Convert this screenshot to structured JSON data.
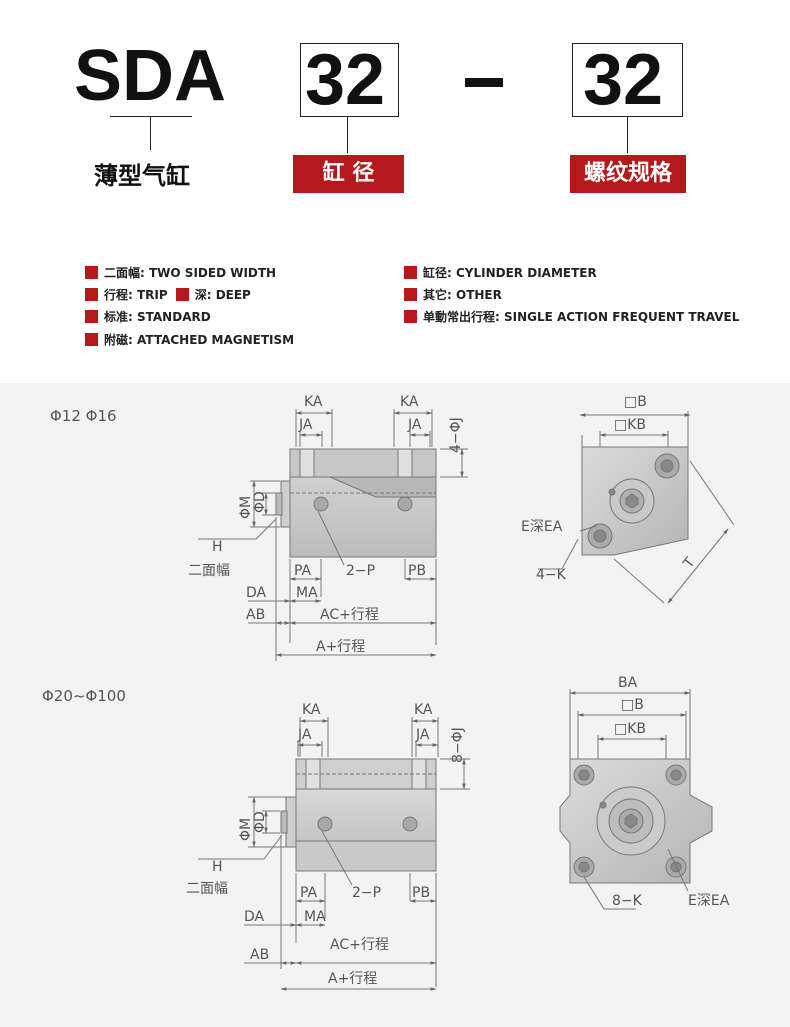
{
  "header": {
    "model": "SDA",
    "bore_code": "32",
    "dash": "–",
    "thread_code": "32",
    "model_caption": "薄型气缸",
    "bore_caption": "缸 径",
    "thread_caption": "螺纹规格"
  },
  "legend": {
    "left": [
      {
        "zh": "二面幅:",
        "en": "TWO SIDED WIDTH"
      },
      {
        "zh": "行程:",
        "en": "TRIP"
      },
      {
        "zh": "标准:",
        "en": "STANDARD"
      },
      {
        "zh": "附磁:",
        "en": "ATTACHED MAGNETISM"
      }
    ],
    "deep": {
      "zh": "深:",
      "en": "DEEP"
    },
    "right": [
      {
        "zh": "缸径:",
        "en": "CYLINDER DIAMETER"
      },
      {
        "zh": "其它:",
        "en": "OTHER"
      },
      {
        "zh": "单動常出行程:",
        "en": "SINGLE ACTION FREQUENT TRAVEL"
      }
    ]
  },
  "drawing1": {
    "title": "Φ12 Φ16",
    "ka": "KA",
    "ja": "JA",
    "j": "4−ΦJ",
    "phim": "ΦM",
    "phid": "ΦD",
    "h": "H",
    "two_side": "二面幅",
    "pa": "PA",
    "p": "2−P",
    "pb": "PB",
    "da": "DA",
    "ma": "MA",
    "ab": "AB",
    "ac": "AC+行程",
    "a": "A+行程",
    "b": "□B",
    "kb": "□KB",
    "e": "E深EA",
    "k": "4−K",
    "t": "T"
  },
  "drawing2": {
    "title": "Φ20~Φ100",
    "ka": "KA",
    "ja": "JA",
    "j": "8−ΦJ",
    "phim": "ΦM",
    "phid": "ΦD",
    "h": "H",
    "two_side": "二面幅",
    "pa": "PA",
    "p": "2−P",
    "pb": "PB",
    "da": "DA",
    "ma": "MA",
    "ab": "AB",
    "ac": "AC+行程",
    "a": "A+行程",
    "ba": "BA",
    "b": "□B",
    "kb": "□KB",
    "k": "8−K",
    "e": "E深EA"
  }
}
